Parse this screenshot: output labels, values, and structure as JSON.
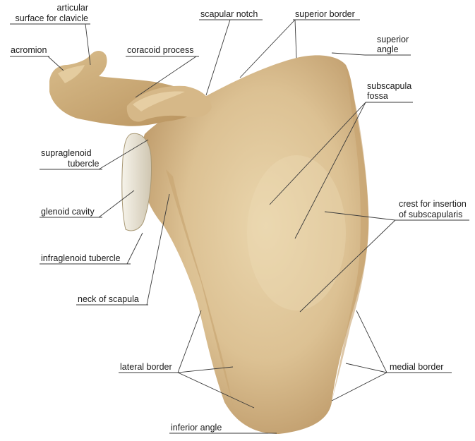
{
  "diagram": {
    "labels": {
      "articular_surface": [
        "articular",
        "surface for clavicle"
      ],
      "acromion": "acromion",
      "scapular_notch": "scapular notch",
      "superior_border": "superior border",
      "superior_angle": [
        "superior",
        "angle"
      ],
      "coracoid_process": "coracoid process",
      "subscapular_fossa": [
        "subscapula",
        "fossa"
      ],
      "supraglenoid_tubercle": [
        "supraglenoid",
        "tubercle"
      ],
      "glenoid_cavity": "glenoid cavity",
      "crest_subscapularis": [
        "crest for insertion",
        "of subscapularis"
      ],
      "infraglenoid_tubercle": "infraglenoid tubercle",
      "neck_of_scapula": "neck of scapula",
      "lateral_border": "lateral border",
      "medial_border": "medial border",
      "inferior_angle": "inferior angle"
    },
    "colors": {
      "bone_light": "#e6cfa2",
      "bone_mid": "#d2b482",
      "bone_dark": "#b08a55",
      "glenoid": "#ece8dc",
      "leader": "#3a3a3a"
    }
  }
}
